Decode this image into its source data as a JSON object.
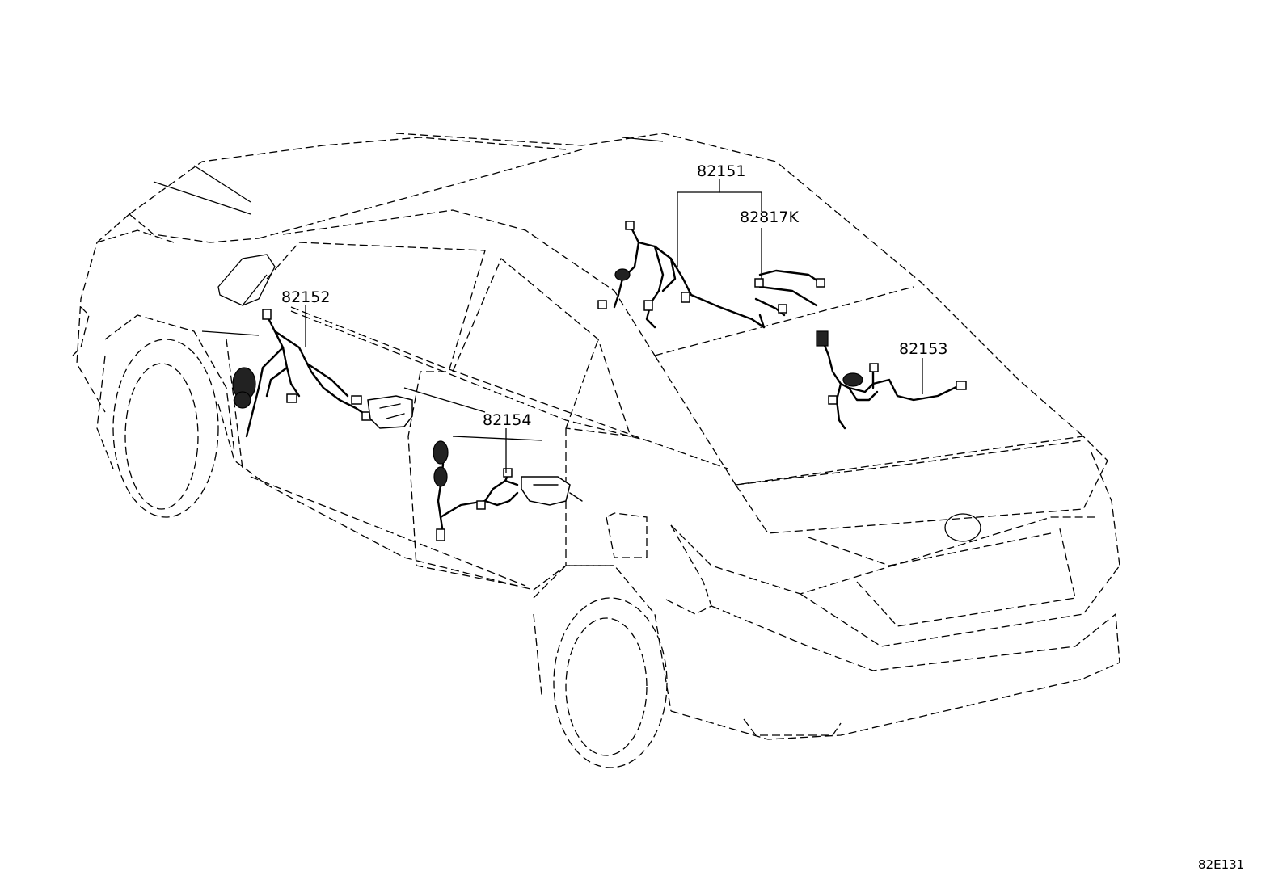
{
  "parts": [
    {
      "number": "82151"
    },
    {
      "number": "82817K"
    },
    {
      "number": "82152"
    },
    {
      "number": "82153"
    },
    {
      "number": "82154"
    }
  ],
  "illustration_code": "82E131"
}
